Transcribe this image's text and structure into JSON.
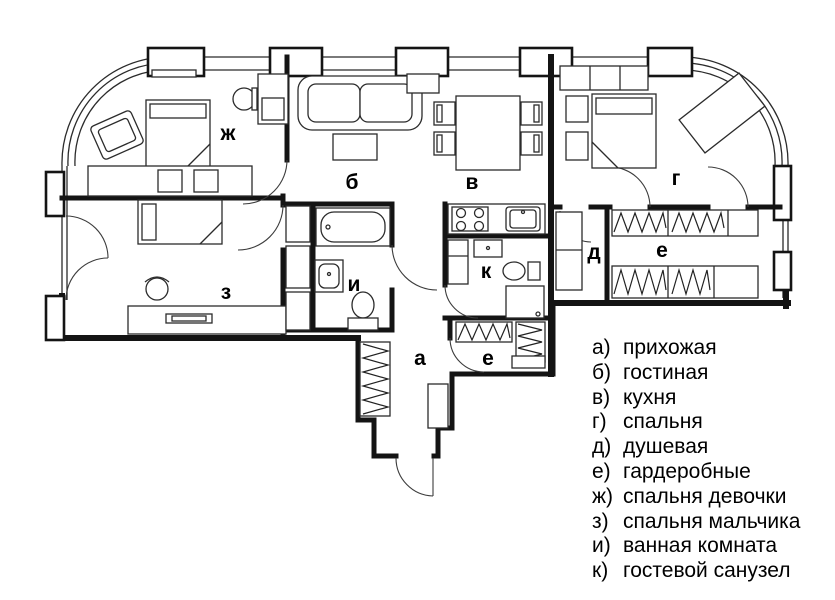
{
  "plan": {
    "labels": {
      "hallway": "а",
      "living": "б",
      "kitchen": "в",
      "bedroom": "г",
      "shower": "д",
      "wardrobe": "е",
      "girl": "ж",
      "boy": "з",
      "bath": "и",
      "wc": "к"
    }
  },
  "legend": {
    "items": [
      {
        "key": "а)",
        "name": "прихожая"
      },
      {
        "key": "б)",
        "name": "гостиная"
      },
      {
        "key": "в)",
        "name": "кухня"
      },
      {
        "key": "г)",
        "name": "спальня"
      },
      {
        "key": "д)",
        "name": "душевая"
      },
      {
        "key": "е)",
        "name": "гардеробные"
      },
      {
        "key": "ж)",
        "name": "спальня девочки"
      },
      {
        "key": "з)",
        "name": "спальня мальчика"
      },
      {
        "key": "и)",
        "name": "ванная комната"
      },
      {
        "key": "к)",
        "name": "гостевой санузел"
      }
    ]
  },
  "colors": {
    "line": "#141414",
    "background": "#ffffff"
  }
}
